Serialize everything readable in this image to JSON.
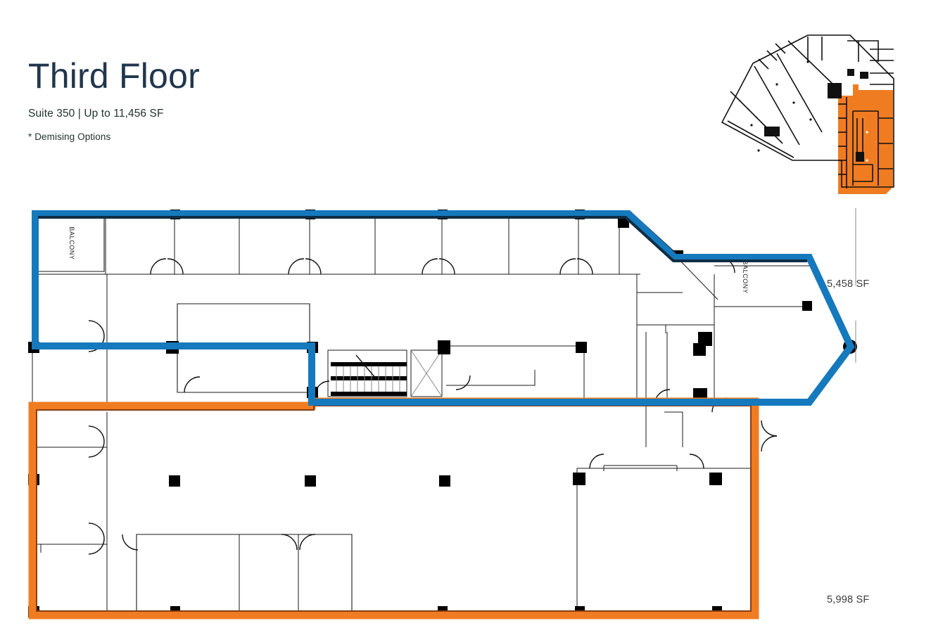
{
  "header": {
    "title": "Third Floor",
    "suite_line": "Suite 350  |  Up to 11,456 SF",
    "demising_note": "* Demising Options"
  },
  "areas": {
    "upper_suite_sf": "5,458 SF",
    "lower_suite_sf": "5,998 SF"
  },
  "floor_plan": {
    "balcony_left_label": "BALCONY",
    "balcony_right_label": "BALCONY"
  },
  "colors": {
    "highlight_blue": "#1579bd",
    "highlight_orange": "#f07c22",
    "title_navy": "#20364c",
    "wall_black": "#1a1a1a",
    "keyplan_orange": "#f07c22"
  },
  "key_plan": {
    "caption": ""
  }
}
